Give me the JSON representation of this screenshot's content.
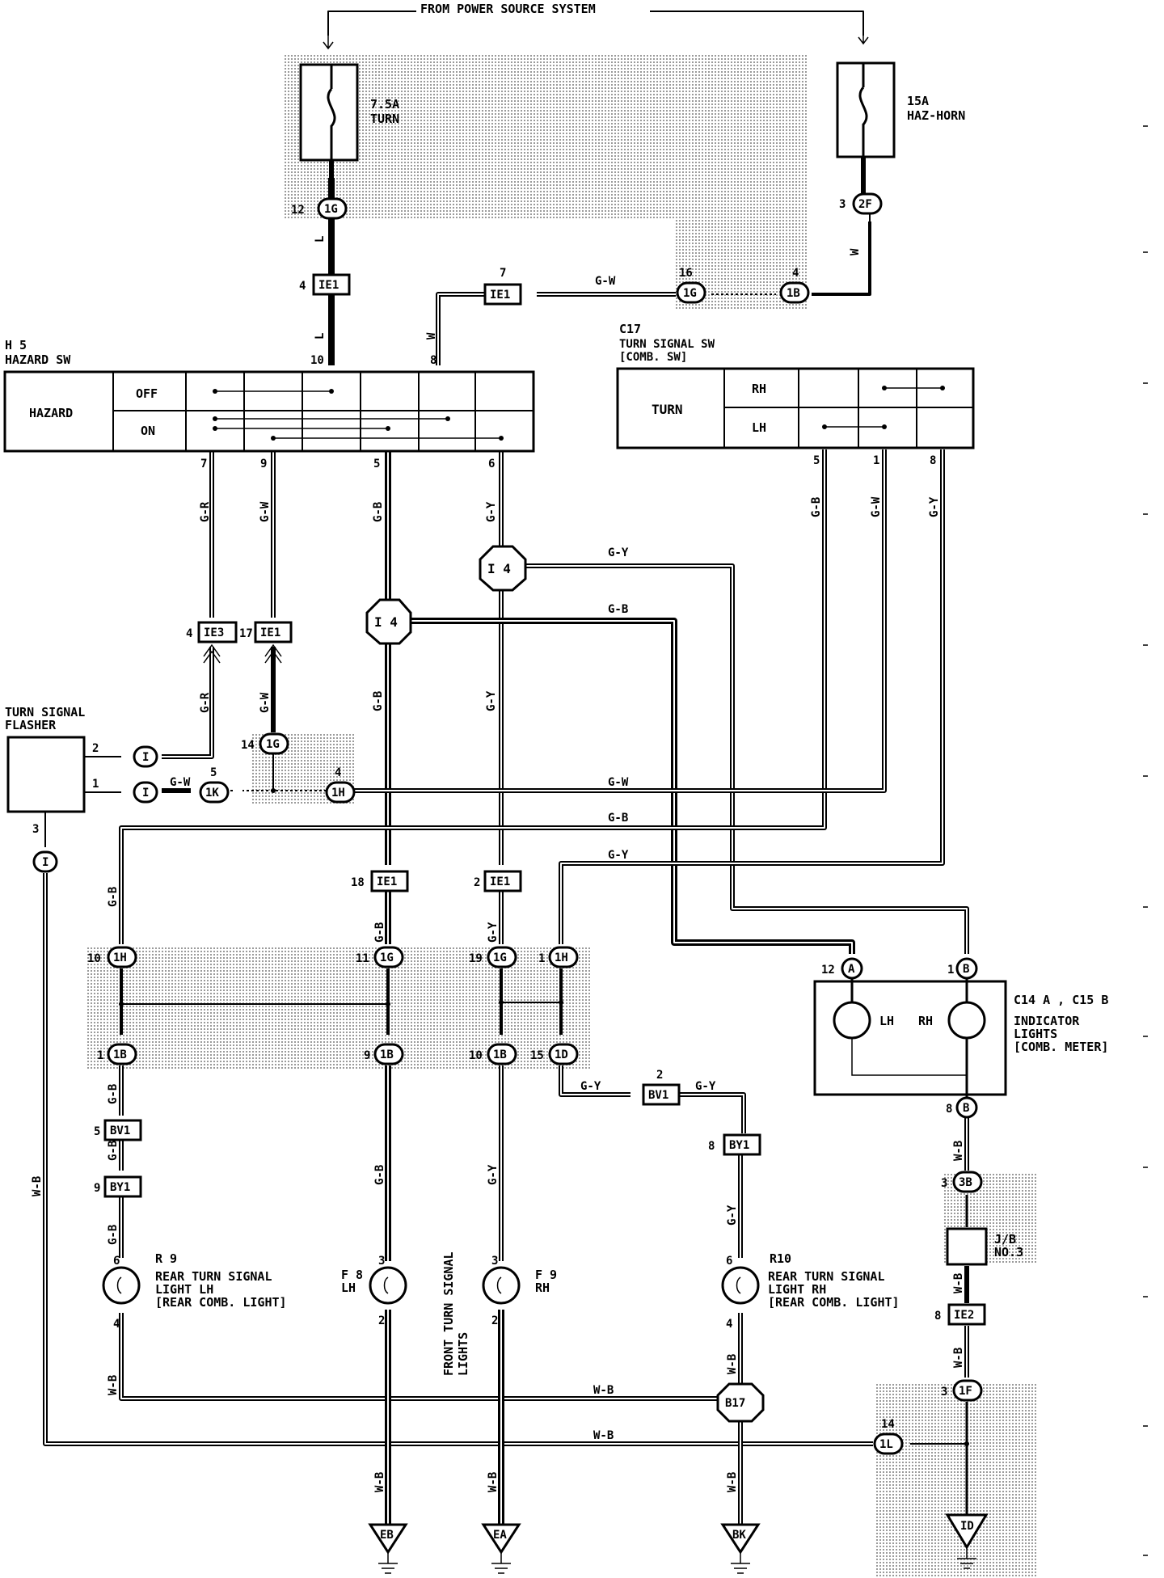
{
  "title": "FROM POWER SOURCE SYSTEM",
  "fuses": {
    "turn": {
      "line1": "7.5A",
      "line2": "TURN"
    },
    "haz_horn": {
      "line1": "15A",
      "line2": "HAZ-HORN"
    }
  },
  "hazard_switch": {
    "code": "H 5",
    "name": "HAZARD SW",
    "label": "HAZARD",
    "pos_off": "OFF",
    "pos_on": "ON"
  },
  "turn_switch": {
    "code": "C17",
    "name": "TURN SIGNAL SW",
    "sub": "[COMB. SW]",
    "label": "TURN",
    "pos_rh": "RH",
    "pos_lh": "LH"
  },
  "flasher": {
    "line1": "TURN SIGNAL",
    "line2": "FLASHER"
  },
  "indicator": {
    "codes": "C14 A , C15 B",
    "line1": "INDICATOR",
    "line2": "LIGHTS",
    "line3": "[COMB. METER]",
    "lamp_lh": "LH",
    "lamp_rh": "RH"
  },
  "lamps": {
    "r9": {
      "code": "R 9",
      "line1": "REAR TURN SIGNAL",
      "line2": "LIGHT LH",
      "line3": "[REAR COMB. LIGHT]"
    },
    "f8": {
      "code": "F 8",
      "side": "LH"
    },
    "f9": {
      "code": "F 9",
      "side": "RH"
    },
    "r10": {
      "code": "R10",
      "line1": "REAR TURN SIGNAL",
      "line2": "LIGHT RH",
      "line3": "[REAR COMB. LIGHT]"
    },
    "front_line1": "FRONT TURN SIGNAL",
    "front_line2": "LIGHTS"
  },
  "jb3": {
    "line1": "J/B",
    "line2": "NO.3"
  },
  "connectors": {
    "c1G_top": "1G",
    "c2F": "2F",
    "cIE1_a": "IE1",
    "cIE1_b": "IE1",
    "c1G_mid": "1G",
    "c1B_mid": "1B",
    "cIE3": "IE3",
    "cIE1_c": "IE1",
    "c1G_left": "1G",
    "cI_1": "I",
    "cI_2": "I",
    "cI_3": "I",
    "c1K": "1K",
    "c1H_a": "1H",
    "cIE1_d": "IE1",
    "cIE1_e": "IE1",
    "c1H_b": "1H",
    "c1G_b": "1G",
    "c1G_c": "1G",
    "c1H_c": "1H",
    "c1B_b": "1B",
    "c1B_c": "1B",
    "c1B_d": "1B",
    "c1D": "1D",
    "cBV1_a": "BV1",
    "cBY1_a": "BY1",
    "cBV1_b": "BV1",
    "cBY1_b": "BY1",
    "cA": "A",
    "cB_a": "B",
    "cB_b": "B",
    "c3B": "3B",
    "cIE2": "IE2",
    "c1F": "1F",
    "c1L": "1L",
    "cI4_a": "I 4",
    "cI4_b": "I 4",
    "cB17": "B17"
  },
  "grounds": {
    "EB": "EB",
    "EA": "EA",
    "BK": "BK",
    "ID": "ID"
  },
  "pins": {
    "p12": "12",
    "p3_2F": "3",
    "p4_IE1": "4",
    "p7_IE1": "7",
    "p16": "16",
    "p4_1B": "4",
    "p10_h5": "10",
    "p8_h5": "8",
    "p7": "7",
    "p9": "9",
    "p5": "5",
    "p6": "6",
    "p5_c17": "5",
    "p1_c17": "1",
    "p8_c17": "8",
    "p4_IE3": "4",
    "p17_IE1": "17",
    "p14": "14",
    "p5_1K": "5",
    "p4_1H": "4",
    "p2_fl": "2",
    "p1_fl": "1",
    "p3_fl": "3",
    "p18": "18",
    "p2_IE1": "2",
    "p10_1H": "10",
    "p11_1G": "11",
    "p19_1G": "19",
    "p1_1H": "1",
    "p1_1B": "1",
    "p9_1B": "9",
    "p10_1B": "10",
    "p15_1D": "15",
    "p12_A": "12",
    "p1_B": "1",
    "p8_B": "8",
    "p5_BV1": "5",
    "p9_BY1": "9",
    "p2_BV1": "2",
    "p8_BY1": "8",
    "p6_r9": "6",
    "p4_r9": "4",
    "p3_f8": "3",
    "p2_f8": "2",
    "p3_f9": "3",
    "p2_f9": "2",
    "p6_r10": "6",
    "p4_r10": "4",
    "p3_3B": "3",
    "p8_IE2": "8",
    "p3_1F": "3",
    "p14_1L": "14"
  },
  "wires": {
    "L": "L",
    "W": "W",
    "GW": "G-W",
    "GR": "G-R",
    "GB": "G-B",
    "GY": "G-Y",
    "WB": "W-B"
  },
  "colors": {
    "line": "#000000",
    "shade": "#c8c8c8",
    "background": "#ffffff"
  }
}
